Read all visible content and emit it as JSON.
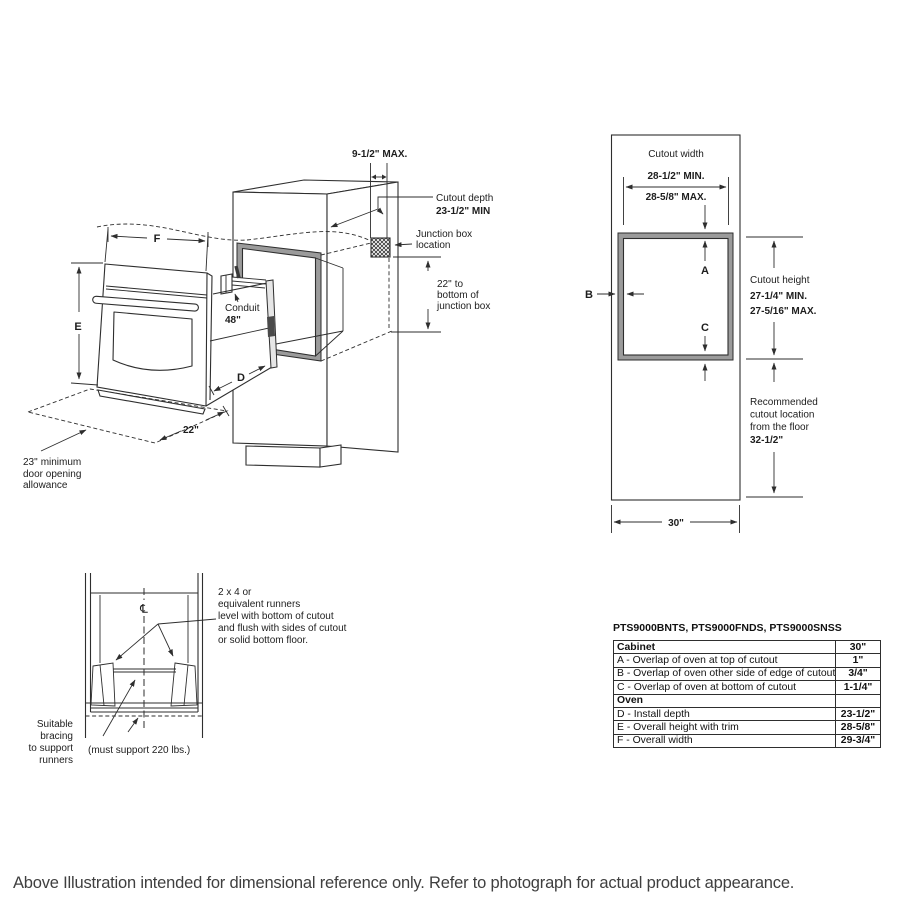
{
  "iso": {
    "max_depth": "9-1/2\" MAX.",
    "cutout_depth_label": "Cutout depth",
    "cutout_depth_value": "23-1/2\" MIN",
    "junction_line1": "Junction box",
    "junction_line2": "location",
    "jb_offset_value": "22\"",
    "jb_offset_rest": "to",
    "jb_offset_line2": "bottom of",
    "jb_offset_line3": "junction box",
    "conduit_label": "Conduit",
    "conduit_value": "48\"",
    "dim_f": "F",
    "dim_e": "E",
    "dim_d": "D",
    "floor_depth": "22\"",
    "door_value": "23\"",
    "door_line1_rest": "minimum",
    "door_line2": "door opening",
    "door_line3": "allowance"
  },
  "front": {
    "cutout_width_label": "Cutout width",
    "cutout_width_min": "28-1/2\" MIN.",
    "cutout_width_max": "28-5/8\" MAX.",
    "a": "A",
    "b": "B",
    "c": "C",
    "cutout_height_label": "Cutout height",
    "cutout_height_min": "27-1/4\" MIN.",
    "cutout_height_max": "27-5/16\" MAX.",
    "rec_line1": "Recommended",
    "rec_line2": "cutout location",
    "rec_line3": "from the floor",
    "rec_value": "32-1/2\"",
    "width_30": "30\""
  },
  "runner": {
    "centerline": "℄",
    "note_line1": "2 x 4 or",
    "note_line2": "equivalent runners",
    "note_line3": "level with bottom of cutout",
    "note_line4": "and flush with sides of cutout",
    "note_line5": "or solid bottom floor.",
    "bracing_line1": "Suitable",
    "bracing_line2": "bracing",
    "bracing_line3": "to support",
    "bracing_line4": "runners",
    "support_note": "(must support 220 lbs.)"
  },
  "spec_table": {
    "title": "PTS9000BNTS, PTS9000FNDS, PTS9000SNSS",
    "rows": [
      {
        "label": "Cabinet",
        "value": "30\""
      },
      {
        "label": "A - Overlap of oven at top of cutout",
        "value": "1\""
      },
      {
        "label": "B - Overlap of oven other side of edge of cutout",
        "value": "3/4\""
      },
      {
        "label": "C - Overlap of oven at bottom of cutout",
        "value": "1-1/4\""
      },
      {
        "label": "Oven",
        "value": ""
      },
      {
        "label": "D - Install depth",
        "value": "23-1/2\""
      },
      {
        "label": "E - Overall height with trim",
        "value": "28-5/8\""
      },
      {
        "label": "F - Overall width",
        "value": "29-3/4\""
      }
    ]
  },
  "footer": {
    "disclaimer": "Above Illustration intended for dimensional reference only. Refer to photograph for actual product appearance."
  }
}
